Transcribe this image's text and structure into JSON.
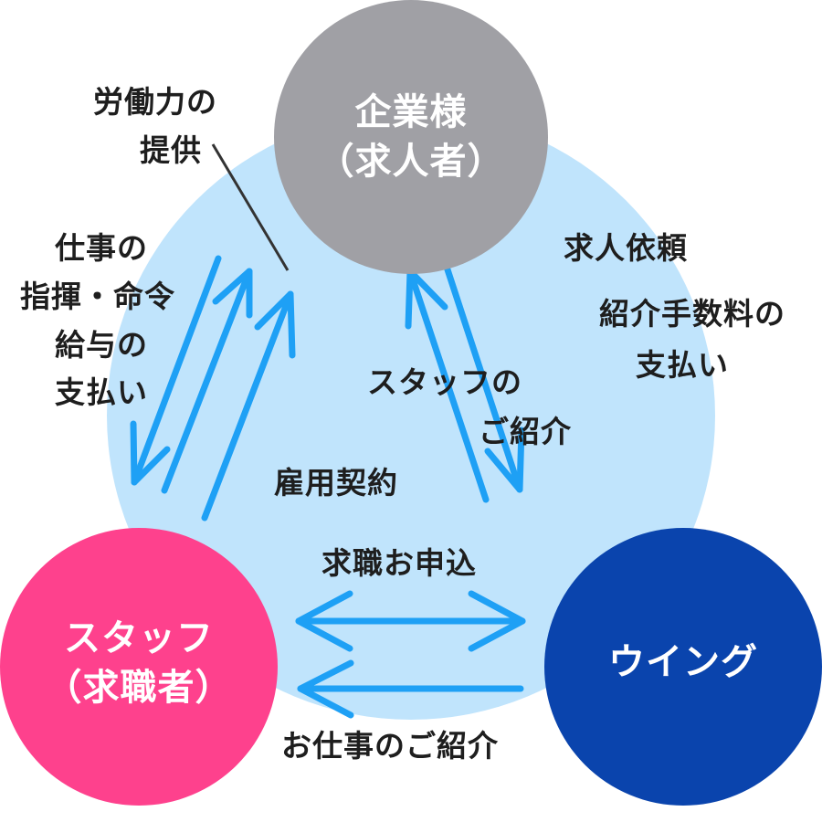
{
  "colors": {
    "background_circle": "#c0e4fc",
    "arrow": "#1ea0f5",
    "leader_line": "#333333",
    "text": "#1e1e1e",
    "node_text": "#ffffff"
  },
  "nodes": {
    "company": {
      "line1": "企業様",
      "line2": "（求人者）",
      "color": "#a0a0a5"
    },
    "staff": {
      "line1": "スタッフ",
      "line2": "（求職者）",
      "color": "#fe418d"
    },
    "wing": {
      "line1": "ウイング",
      "color": "#0a44ad"
    }
  },
  "labels": {
    "labor_provision": [
      "労働力の",
      "提供"
    ],
    "work_direction": [
      "仕事の",
      "指揮・命令",
      "給与の",
      "支払い"
    ],
    "employment_contract": "雇用契約",
    "staff_introduction": [
      "スタッフの",
      "ご紹介"
    ],
    "job_request": "求人依頼",
    "fee_payment": [
      "紹介手数料の",
      "支払い"
    ],
    "job_application": "求職お申込",
    "job_introduction": "お仕事のご紹介"
  }
}
